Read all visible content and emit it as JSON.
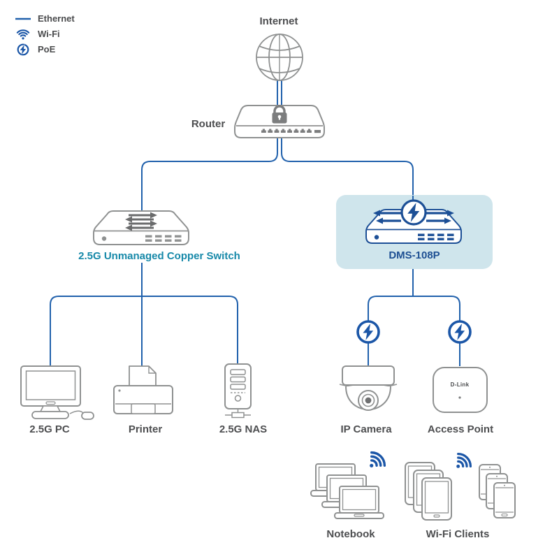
{
  "legend": {
    "items": [
      {
        "icon": "ethernet-line-icon",
        "label": "Ethernet"
      },
      {
        "icon": "wifi-icon",
        "label": "Wi-Fi"
      },
      {
        "icon": "poe-icon",
        "label": "PoE"
      }
    ]
  },
  "nodes": {
    "internet": {
      "label": "Internet"
    },
    "router": {
      "label": "Router"
    },
    "switch": {
      "label": "2.5G Unmanaged Copper Switch"
    },
    "dms": {
      "label": "DMS-108P"
    },
    "pc": {
      "label": "2.5G PC"
    },
    "printer": {
      "label": "Printer"
    },
    "nas": {
      "label": "2.5G NAS"
    },
    "camera": {
      "label": "IP Camera"
    },
    "access_point": {
      "label": "Access Point",
      "brand": "D-Link"
    },
    "notebook": {
      "label": "Notebook"
    },
    "wifi_clients": {
      "label": "Wi-Fi Clients"
    }
  },
  "colors": {
    "ethernet_blue": "#2161ac",
    "icon_blue": "#1b56a7",
    "teal_accent": "#1789a9",
    "dms_navy": "#1c4f96",
    "dms_text": "#1d4f93",
    "highlight_bg": "#cfe5ec",
    "outline_gray": "#8f9191",
    "dark_gray_fill": "#7c7d7e",
    "label_gray": "#4d4e50"
  }
}
